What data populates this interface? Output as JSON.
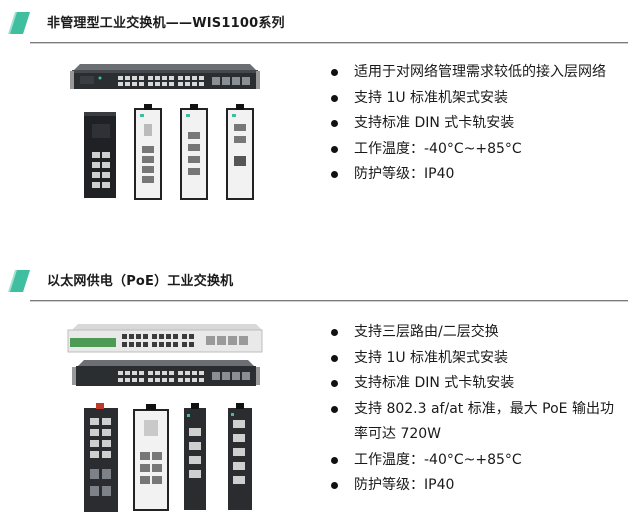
{
  "sections": [
    {
      "title": "非管理型工业交换机——WIS1100系列",
      "features": [
        "适用于对网络管理需求较低的接入层网络",
        "支持 1U 标准机架式安装",
        "支持标准 DIN 式卡轨安装",
        "工作温度：-40°C~+85°C",
        "防护等级：IP40"
      ]
    },
    {
      "title": "以太网供电（PoE）工业交换机",
      "features": [
        "支持三层路由/二层交换",
        "支持 1U 标准机架式安装",
        "支持标准 DIN 式卡轨安装",
        "支持 802.3 af/at 标准，最大 PoE 输出功率可达 720W",
        "工作温度：-40°C~+85°C",
        "防护等级：IP40"
      ]
    }
  ],
  "colors": {
    "accent": "#3fbf9f",
    "accent_light": "#9fe3cf",
    "rule": "#7a7a7a"
  }
}
